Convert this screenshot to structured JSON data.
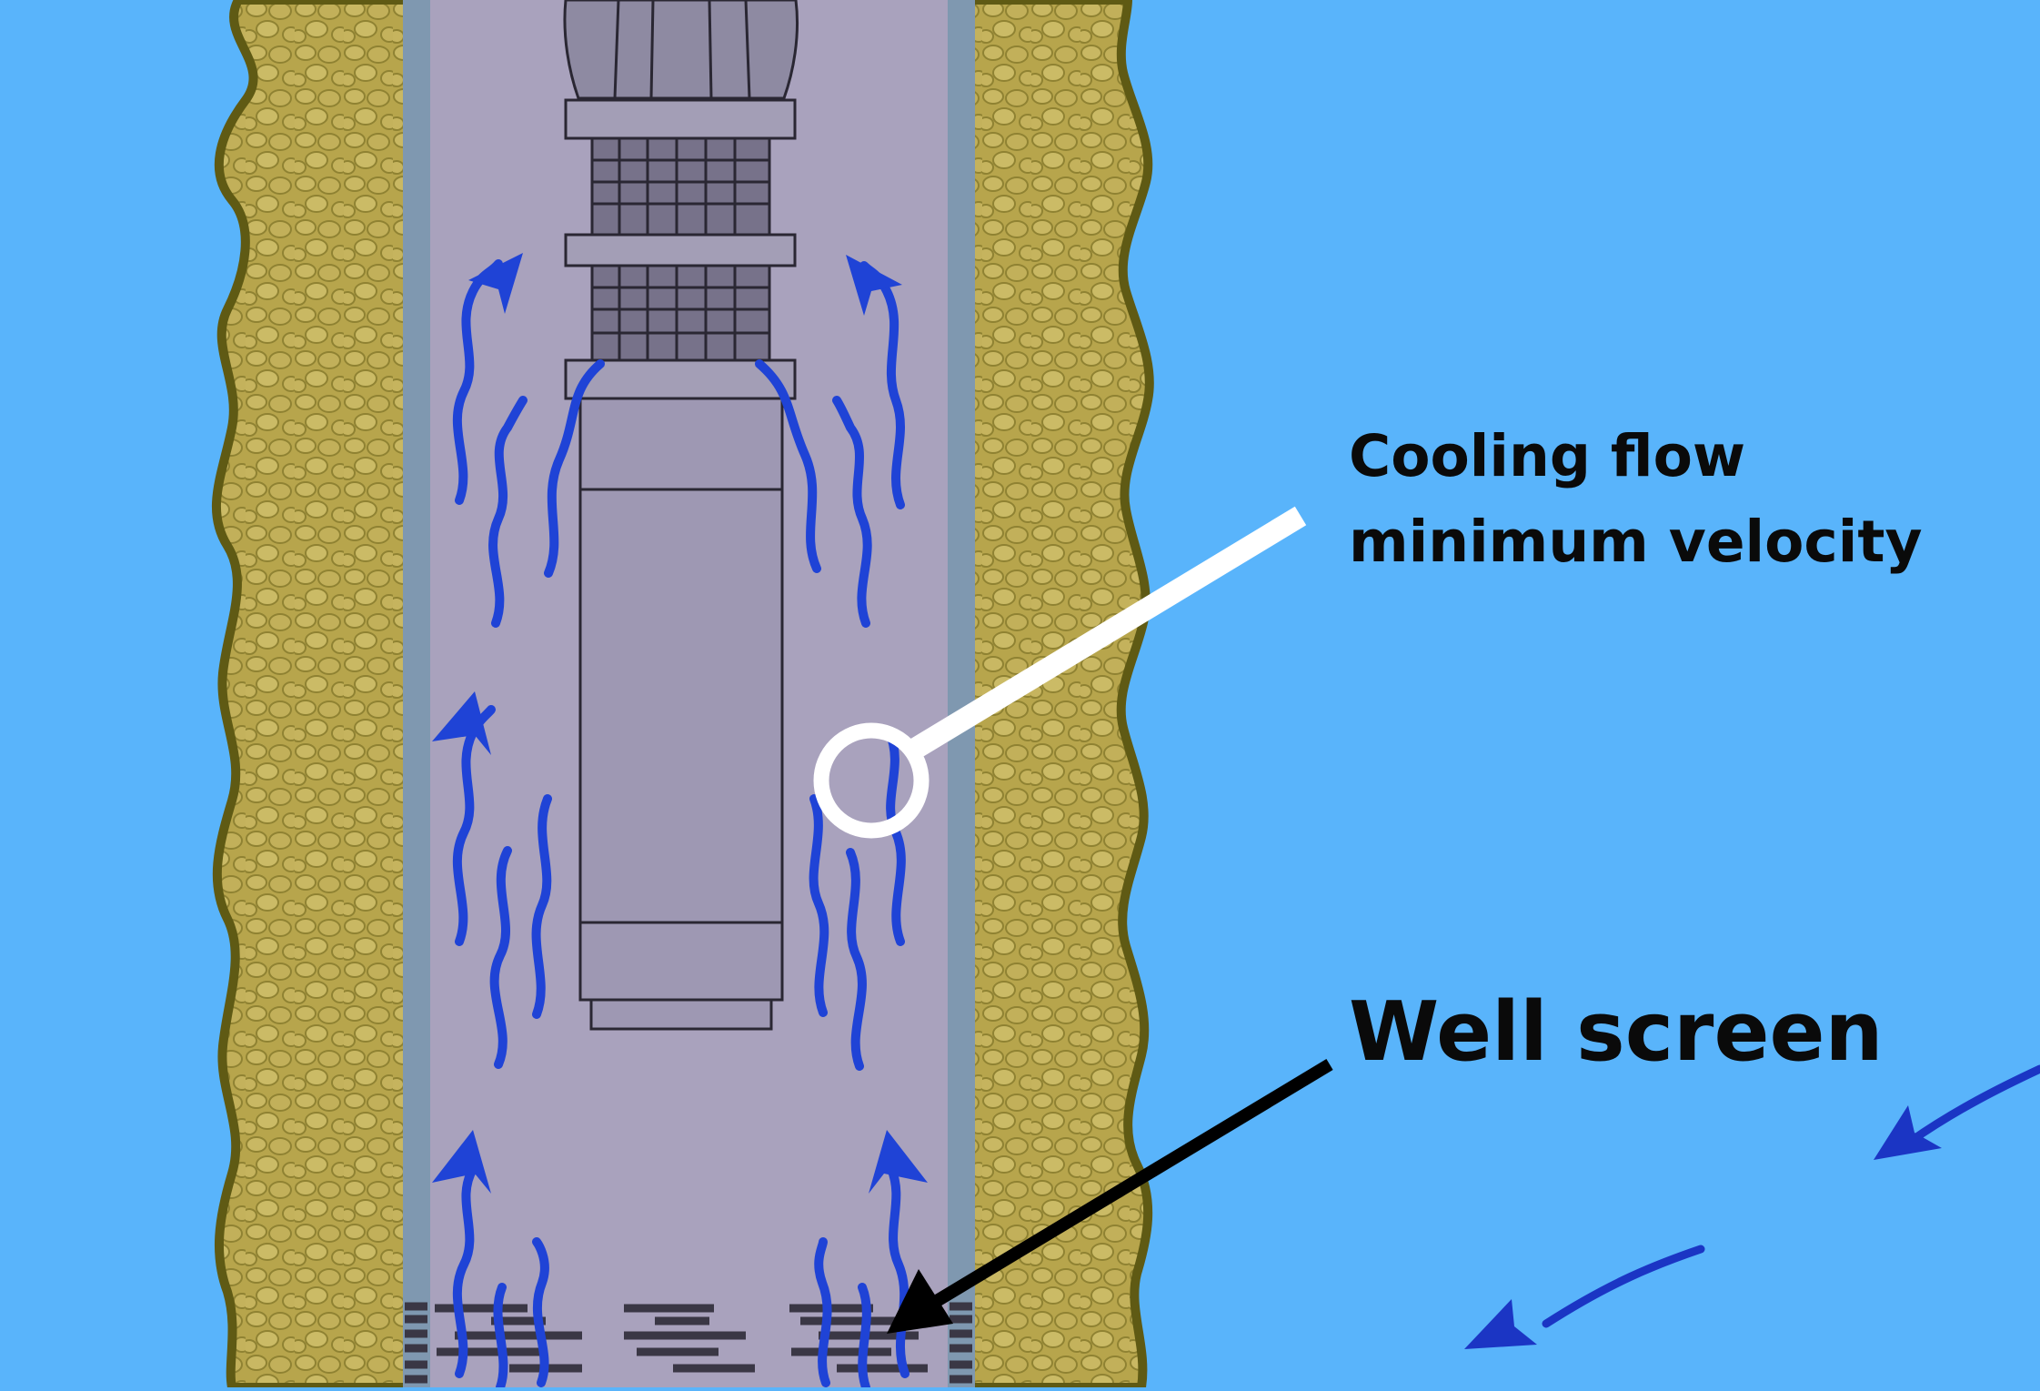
{
  "labels": {
    "cooling_line1": "Cooling flow",
    "cooling_line2": "minimum velocity",
    "well_screen": "Well screen"
  },
  "colors": {
    "background_water": "#59b4fb",
    "gravel_pack": "#b7a54c",
    "gravel_outline": "#5f5a14",
    "well_casing": "#a9a2bd",
    "casing_wall": "#7f98b0",
    "pump_body": "#9e98b3",
    "flow_arrow": "#1f43d6",
    "aquifer_arrow": "#1b35c4",
    "callout_pointer": "#ffffff",
    "screen_pointer": "#000000"
  },
  "icons": [
    "flow-arrow-icon",
    "aquifer-inflow-arrow-icon",
    "callout-ring-icon"
  ]
}
